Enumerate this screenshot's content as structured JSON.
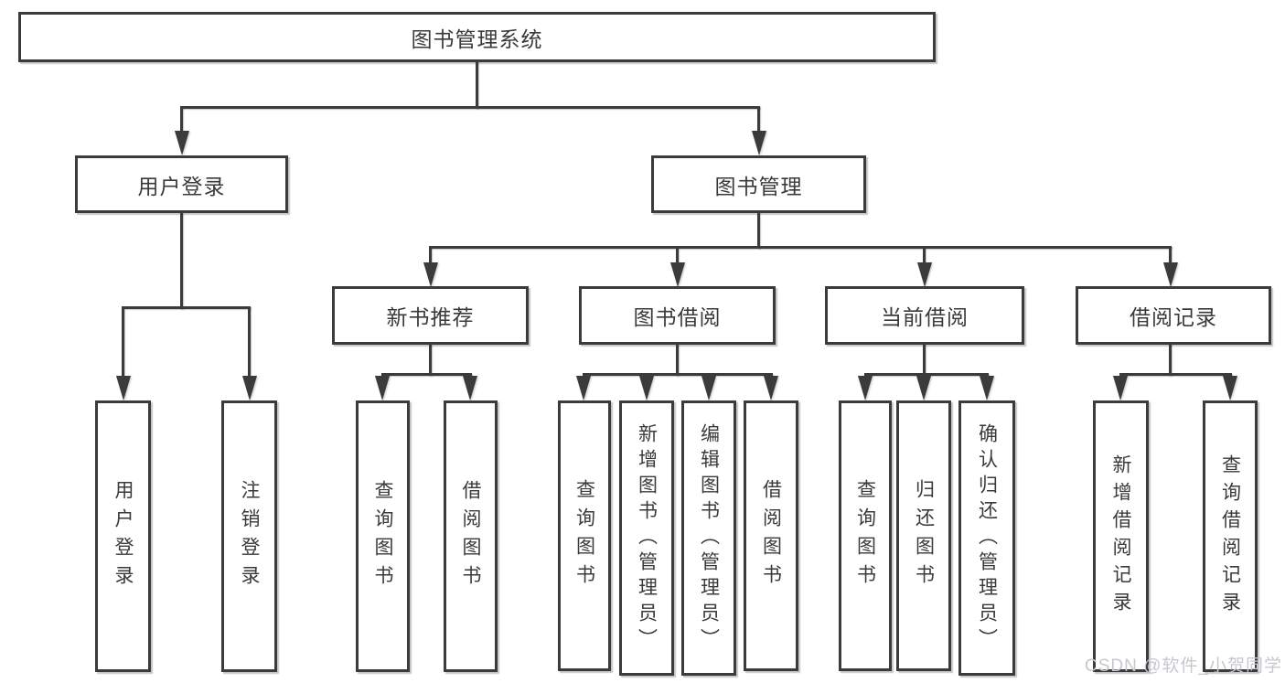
{
  "tree": {
    "label": "图书管理系统",
    "children": [
      {
        "label": "用户登录",
        "children": [
          {
            "label": "用户登录"
          },
          {
            "label": "注销登录"
          }
        ]
      },
      {
        "label": "图书管理",
        "children": [
          {
            "label": "新书推荐",
            "children": [
              {
                "label": "查询图书"
              },
              {
                "label": "借阅图书"
              }
            ]
          },
          {
            "label": "图书借阅",
            "children": [
              {
                "label": "查询图书"
              },
              {
                "label": "新增图书（管理员）"
              },
              {
                "label": "编辑图书（管理员）"
              },
              {
                "label": "借阅图书"
              }
            ]
          },
          {
            "label": "当前借阅",
            "children": [
              {
                "label": "查询图书"
              },
              {
                "label": "归还图书"
              },
              {
                "label": "确认归还（管理员）"
              }
            ]
          },
          {
            "label": "借阅记录",
            "children": [
              {
                "label": "新增借阅记录"
              },
              {
                "label": "查询借阅记录"
              }
            ]
          }
        ]
      }
    ]
  },
  "watermark": {
    "text": "CSDN @软件_小贺同学"
  },
  "colors": {
    "background": "#ffffff",
    "line": "#3b3b3b",
    "box_border": "#3b3b3b",
    "box_fill": "#ffffff",
    "text": "#3a3a3a",
    "watermark": "#c6c8cd"
  }
}
